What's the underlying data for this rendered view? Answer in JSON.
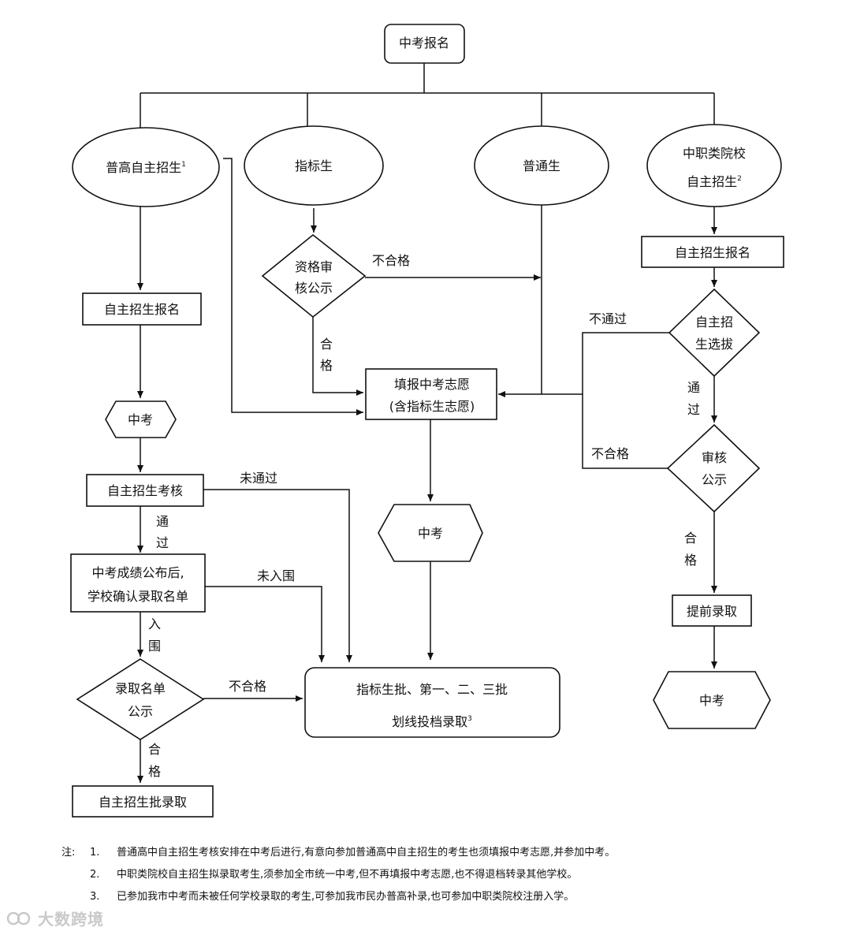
{
  "nodes": {
    "registration": "中考报名",
    "general_self": "普高自主招生",
    "general_self_sup": "1",
    "quota": "指标生",
    "regular": "普通生",
    "vocational_line1": "中职类院校",
    "vocational_line2": "自主招生",
    "vocational_sup": "2",
    "left_signup": "自主招生报名",
    "left_exam": "中考",
    "left_assess": "自主招生考核",
    "left_confirm_line1": "中考成绩公布后,",
    "left_confirm_line2": "学校确认录取名单",
    "left_publicity_line1": "录取名单",
    "left_publicity_line2": "公示",
    "left_admit": "自主招生批录取",
    "qual_line1": "资格审",
    "qual_line2": "核公示",
    "fill_line1": "填报中考志愿",
    "fill_line2": "(含指标生志愿)",
    "center_exam": "中考",
    "batch_line1": "指标生批、第一、二、三批",
    "batch_line2": "划线投档录取",
    "batch_sup": "3",
    "right_signup": "自主招生报名",
    "right_select_line1": "自主招",
    "right_select_line2": "生选拔",
    "right_review_line1": "审核",
    "right_review_line2": "公示",
    "right_early": "提前录取",
    "right_exam": "中考"
  },
  "labels": {
    "qual_fail": "不合格",
    "qual_pass_1": "合",
    "qual_pass_2": "格",
    "select_fail": "不通过",
    "select_pass_1": "通",
    "select_pass_2": "过",
    "review_fail": "不合格",
    "review_pass_1": "合",
    "review_pass_2": "格",
    "assess_fail": "未通过",
    "assess_pass_1": "通",
    "assess_pass_2": "过",
    "confirm_out": "未入围",
    "confirm_in_1": "入",
    "confirm_in_2": "围",
    "publicity_fail": "不合格",
    "publicity_pass_1": "合",
    "publicity_pass_2": "格"
  },
  "notes": {
    "prefix": "注:",
    "items": [
      {
        "num": "1.",
        "text": "普通高中自主招生考核安排在中考后进行,有意向参加普通高中自主招生的考生也须填报中考志愿,并参加中考。"
      },
      {
        "num": "2.",
        "text": "中职类院校自主招生拟录取考生,须参加全市统一中考,但不再填报中考志愿,也不得退档转录其他学校。"
      },
      {
        "num": "3.",
        "text": "已参加我市中考而未被任何学校录取的考生,可参加我市民办普高补录,也可参加中职类院校注册入学。"
      }
    ]
  },
  "watermark": "大数跨境"
}
